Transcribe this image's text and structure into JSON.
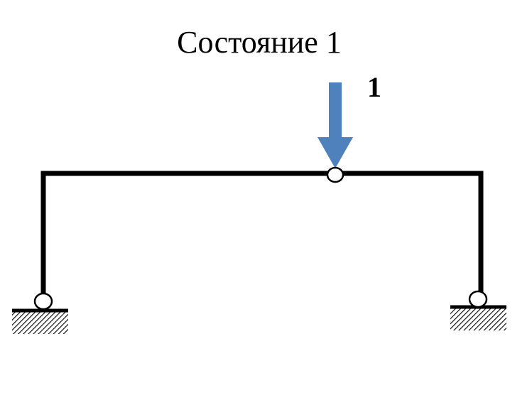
{
  "diagram": {
    "title": "Состояние 1",
    "load": {
      "label": "1",
      "direction": "down"
    },
    "colors": {
      "frame": "#000000",
      "load_arrow": "#4f81bd",
      "hinge_fill": "#ffffff",
      "background": "#ffffff"
    },
    "elements": {
      "left_column": "column",
      "beam": "beam",
      "right_column": "column",
      "middle_hinge": "hinge",
      "left_support": "pinned-support",
      "right_support": "pinned-support"
    }
  }
}
